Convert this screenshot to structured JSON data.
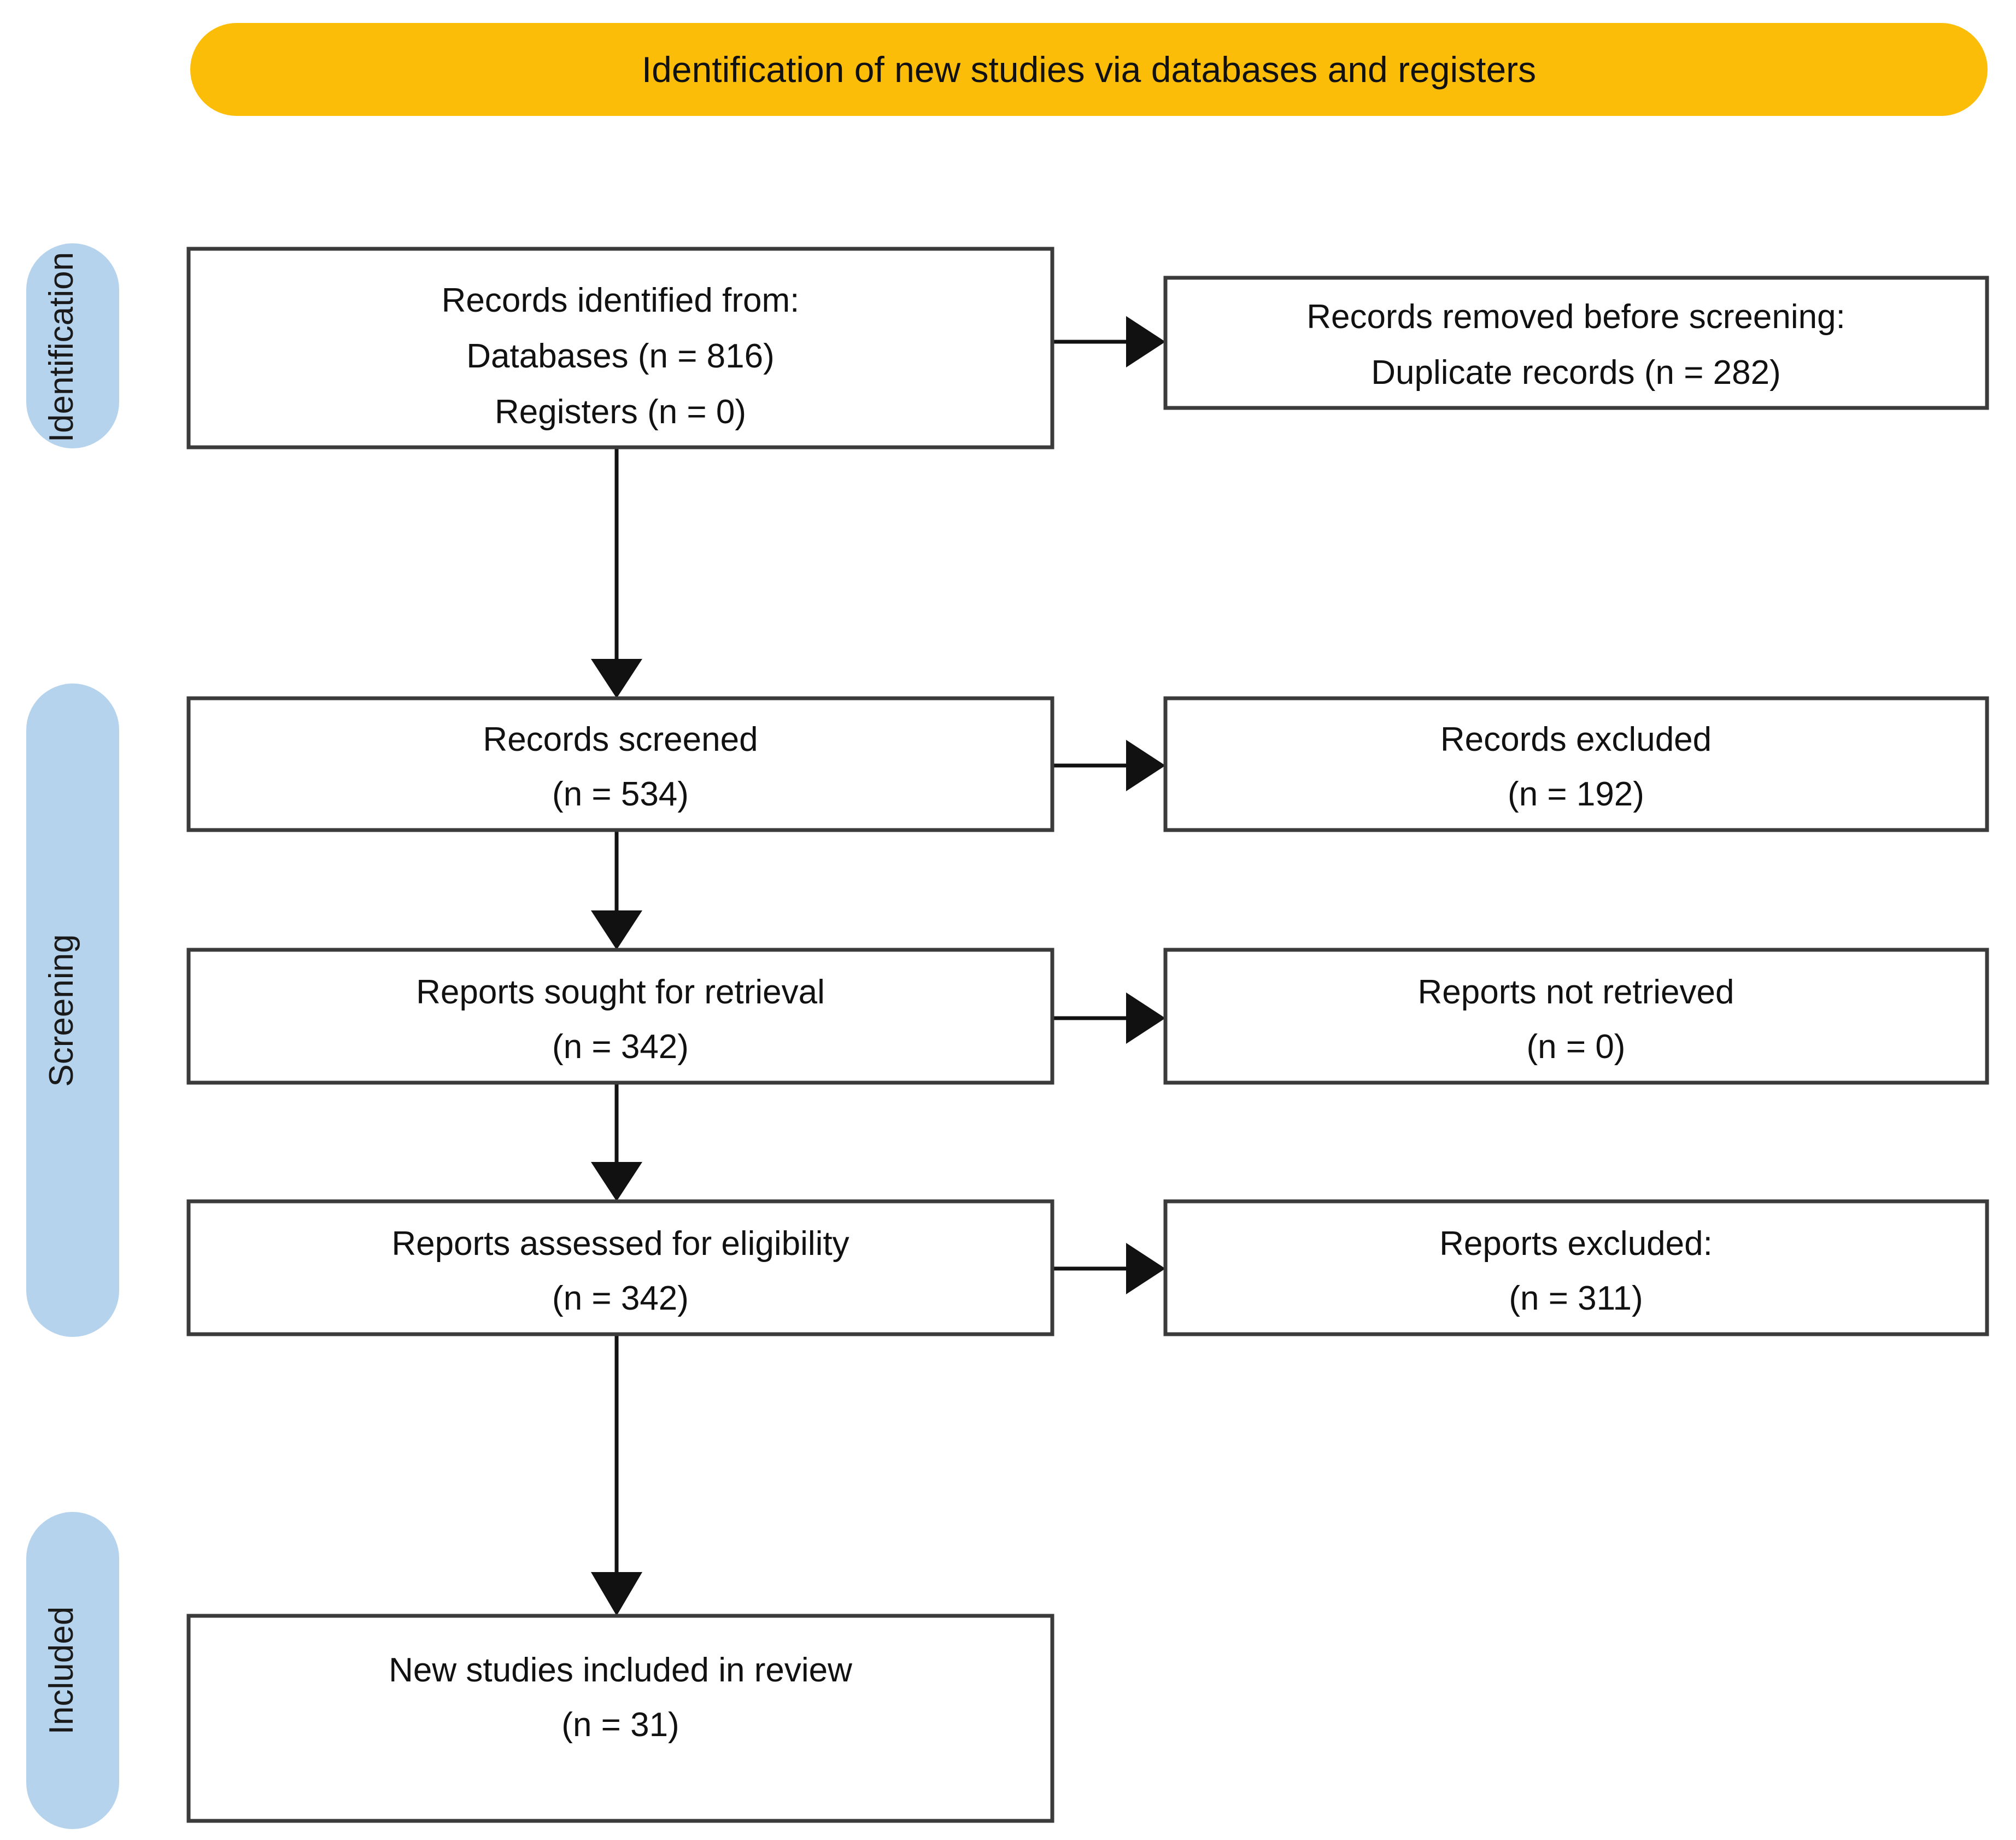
{
  "banner": {
    "label": "Identification of new studies via databases and registers",
    "color": "#FBBD08"
  },
  "phases": {
    "color": "#B6D3EE",
    "items": [
      {
        "label": "Identification"
      },
      {
        "label": "Screening"
      },
      {
        "label": "Included"
      }
    ]
  },
  "nodes": {
    "identified": {
      "line1": "Records identified from:",
      "line2": "Databases (n = 816)",
      "line3": "Registers  (n = 0)"
    },
    "removed": {
      "line1": "Records removed before screening:",
      "line2": "Duplicate records (n = 282)"
    },
    "screened": {
      "line1": "Records screened",
      "line2": "(n = 534)"
    },
    "records_excluded": {
      "line1": "Records excluded",
      "line2": "(n = 192)"
    },
    "sought": {
      "line1": "Reports sought for retrieval",
      "line2": "(n = 342)"
    },
    "not_retrieved": {
      "line1": "Reports not retrieved",
      "line2": "(n = 0)"
    },
    "assessed": {
      "line1": "Reports assessed for eligibility",
      "line2": "(n = 342)"
    },
    "reports_excluded": {
      "line1": "Reports excluded:",
      "line2": "(n = 311)"
    },
    "included": {
      "line1": "New studies included in review",
      "line2": "(n = 31)"
    }
  },
  "chart_data": {
    "type": "diagram",
    "title": "Identification of new studies via databases and registers",
    "diagram_kind": "PRISMA 2020 flow diagram",
    "phases": [
      "Identification",
      "Screening",
      "Included"
    ],
    "stages": [
      {
        "phase": "Identification",
        "label": "Records identified from: Databases",
        "n": 816
      },
      {
        "phase": "Identification",
        "label": "Records identified from: Registers",
        "n": 0
      },
      {
        "phase": "Identification",
        "label": "Records removed before screening: Duplicate records",
        "n": 282
      },
      {
        "phase": "Screening",
        "label": "Records screened",
        "n": 534
      },
      {
        "phase": "Screening",
        "label": "Records excluded",
        "n": 192
      },
      {
        "phase": "Screening",
        "label": "Reports sought for retrieval",
        "n": 342
      },
      {
        "phase": "Screening",
        "label": "Reports not retrieved",
        "n": 0
      },
      {
        "phase": "Screening",
        "label": "Reports assessed for eligibility",
        "n": 342
      },
      {
        "phase": "Screening",
        "label": "Reports excluded:",
        "n": 311
      },
      {
        "phase": "Included",
        "label": "New studies included in review",
        "n": 31
      }
    ]
  }
}
